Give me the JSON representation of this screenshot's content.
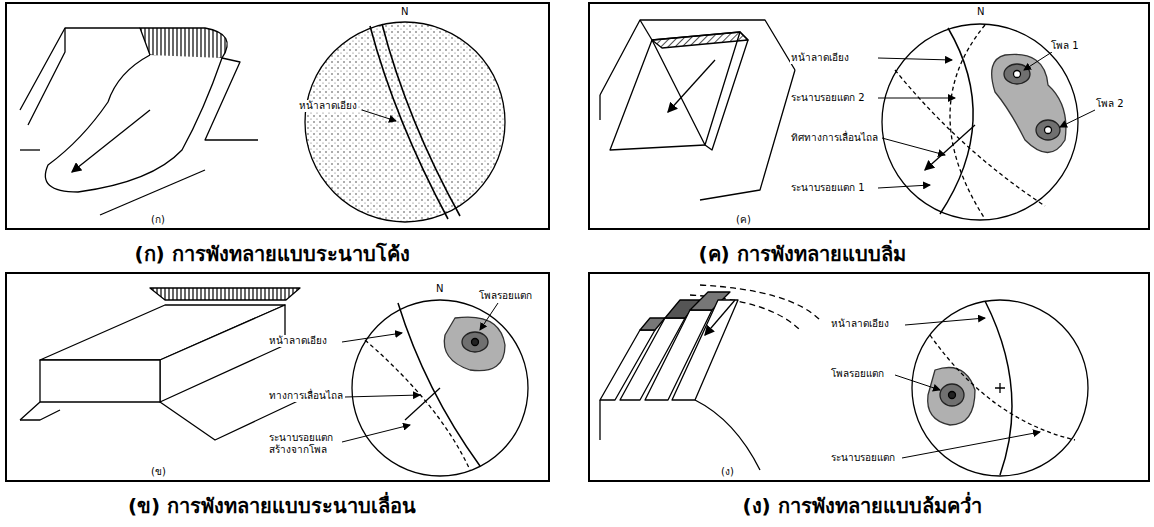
{
  "diagram": {
    "nodes": [
      {
        "text": [
          "(ก) การพังทลายแบบระนาบโค้ง"
        ]
      },
      {
        "text": [
          "(ค) การพังทลายแบบลิ่ม"
        ]
      },
      {
        "text": [
          "(ข) การพังทลายแบบระนาบเลื่อน"
        ]
      },
      {
        "text": [
          "(ง) การพังทลายแบบล้มคว่ำ"
        ]
      }
    ],
    "labels": [
      "(ก)",
      "N",
      "หน้าลาดเอียง",
      "(ค)",
      "N",
      "หน้าลาดเอียง",
      "ระนาบรอยแตก 2",
      "ทิศทางการเลื่อนไถล",
      "ระนาบรอยแตก 1",
      "โพล 1",
      "โพล 2",
      "(ข)",
      "N",
      "โพลรอยแตก",
      "หน้าลาดเอียง",
      "ทางการเลื่อนไถล",
      "ระนาบรอยแตก สร้างจากโพล",
      "(ง)",
      "หน้าลาดเอียง",
      "โพลรอยแตก",
      "ระนาบรอยแตก"
    ]
  }
}
